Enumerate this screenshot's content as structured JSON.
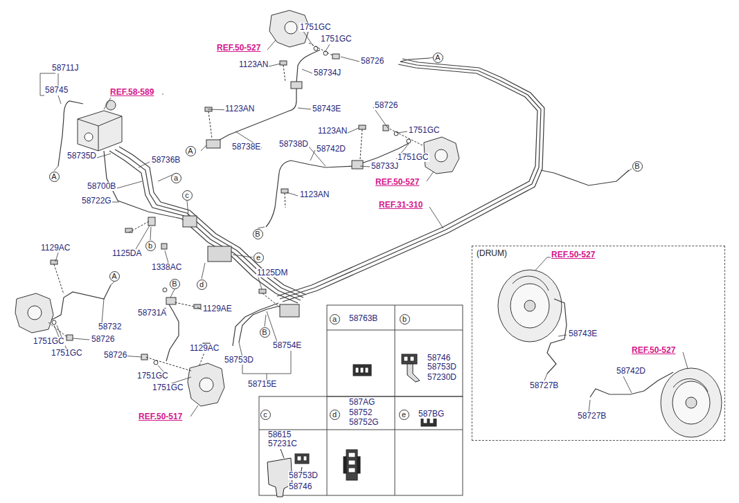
{
  "diagram": {
    "nodes": [
      {
        "text": [
          "A"
        ]
      },
      {
        "text": [
          "A"
        ]
      },
      {
        "text": [
          "B"
        ]
      },
      {
        "text": [
          "A"
        ]
      },
      {
        "text": [
          "a"
        ]
      },
      {
        "text": [
          "c"
        ]
      },
      {
        "text": [
          "B"
        ]
      },
      {
        "text": [
          "b"
        ]
      },
      {
        "text": [
          "(DRUM)"
        ]
      },
      {
        "text": [
          "e"
        ]
      },
      {
        "text": [
          "A"
        ]
      },
      {
        "text": [
          "B"
        ]
      },
      {
        "text": [
          "d"
        ]
      },
      {
        "text": [
          "a"
        ]
      },
      {
        "text": [
          "b"
        ]
      },
      {
        "text": [
          "B"
        ]
      },
      {
        "text": [
          "c"
        ]
      },
      {
        "text": [
          "d"
        ]
      },
      {
        "text": [
          "e"
        ]
      }
    ],
    "labels": [
      "1751GC",
      "REF.50-527",
      "1751GC",
      "58726",
      "1123AN",
      "58734J",
      "58711J",
      "58745",
      "REF.58-589",
      "1123AN",
      "58743E",
      "58726",
      "1123AN",
      "1751GC",
      "58738D",
      "58742D",
      "58738E",
      "58735D",
      "58736B",
      "1751GC",
      "58733J",
      "REF.50-527",
      "58700B",
      "58722G",
      "1123AN",
      "REF.31-310",
      "1125DA",
      "1129AC",
      "1338AC",
      "1125DM",
      "58731A",
      "1129AE",
      "58732",
      "1751GC",
      "58726",
      "1751GC",
      "1129AC",
      "58754E",
      "58753D",
      "58726",
      "1751GC",
      "58715E",
      "1751GC",
      "REF.50-517",
      "58763B",
      "58746",
      "58753D",
      "57230D",
      "587AG",
      "58752",
      "58752G",
      "587BG",
      "58615",
      "57231C",
      "58753D",
      "58746",
      "REF.50-527",
      "58743E",
      "58727B",
      "REF.50-527",
      "58742D",
      "58727B"
    ]
  }
}
